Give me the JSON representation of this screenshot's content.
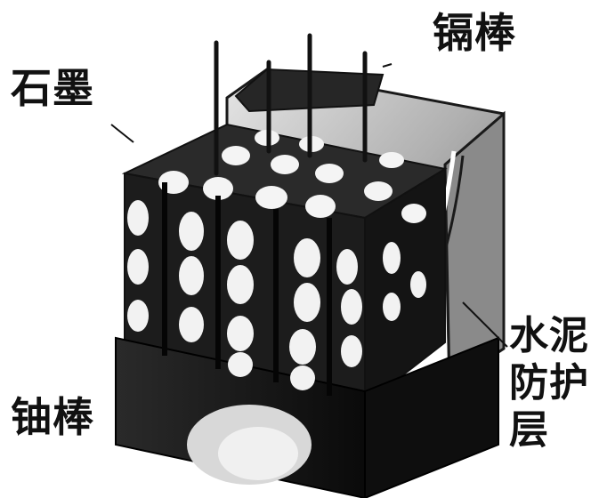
{
  "labels": {
    "graphite": "石墨",
    "cadmium_rods": "镉棒",
    "uranium_rods": "铀棒",
    "cement_layer": "水泥防护层"
  },
  "colors": {
    "background": "#ffffff",
    "block": "#1a1a1a",
    "rod_holes": "#f4f4f4",
    "casing": "#9a9a9a"
  }
}
